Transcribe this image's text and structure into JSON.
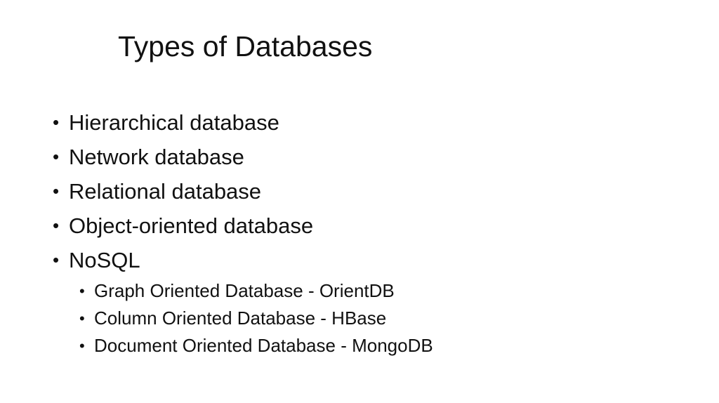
{
  "slide": {
    "title": "Types of Databases",
    "bullets": [
      {
        "label": "Hierarchical database"
      },
      {
        "label": "Network database"
      },
      {
        "label": "Relational database"
      },
      {
        "label": "Object-oriented database"
      },
      {
        "label": "NoSQL",
        "children": [
          {
            "label": "Graph Oriented Database - OrientDB"
          },
          {
            "label": "Column Oriented Database - HBase"
          },
          {
            "label": "Document Oriented Database - MongoDB"
          }
        ]
      }
    ],
    "bullet_glyph": "•"
  }
}
